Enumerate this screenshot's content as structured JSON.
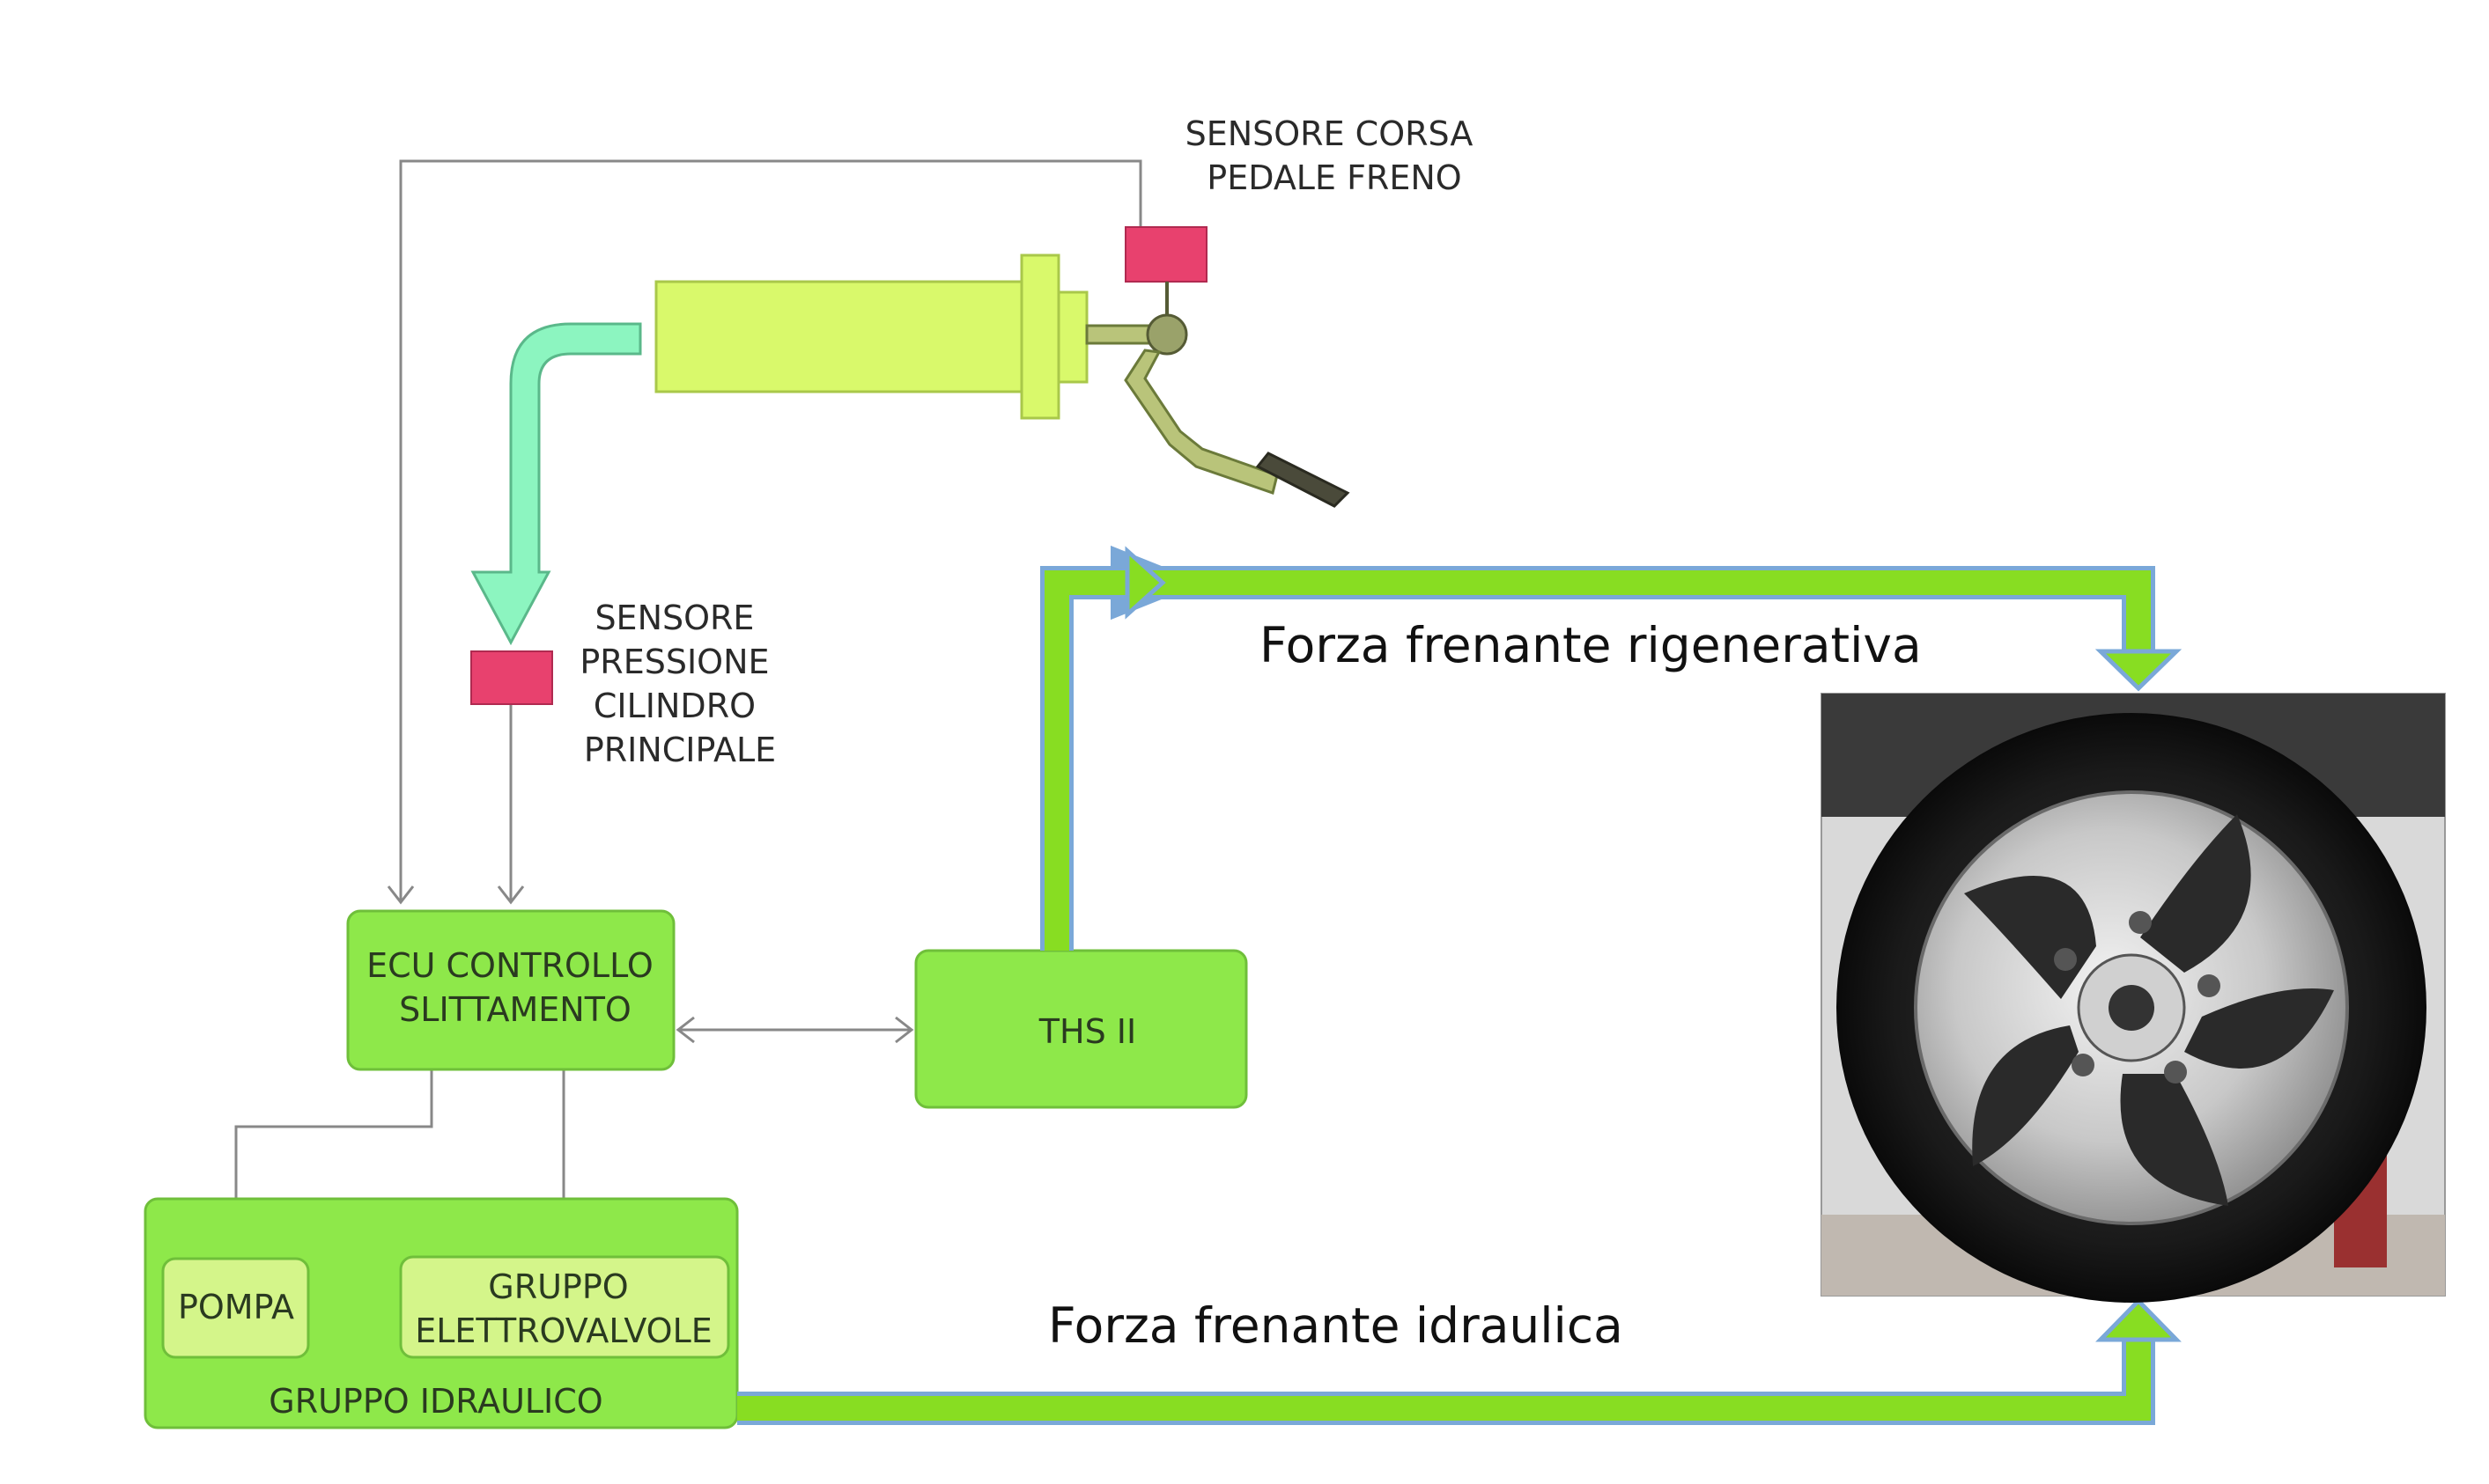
{
  "labels": {
    "sensor_pedal": [
      "SENSORE CORSA",
      "PEDALE FRENO"
    ],
    "sensor_pressure": [
      "SENSORE",
      "PRESSIONE",
      "CILINDRO",
      "PRINCIPALE"
    ],
    "ecu": [
      "ECU CONTROLLO",
      "SLITTAMENTO"
    ],
    "ths": "THS II",
    "pump": "POMPA",
    "valves": [
      "GRUPPO",
      "ELETTROVALVOLE"
    ],
    "hydraulic_group": "GRUPPO IDRAULICO",
    "regen_force": "Forza frenante rigenerativa",
    "hydraulic_force": "Forza frenante idraulica"
  },
  "colors": {
    "box_fill": "#8ee84a",
    "box_stroke": "#6fbf3a",
    "inner_box_fill": "#d4f58a",
    "cylinder_fill": "#d9f96b",
    "sensor_fill": "#e8416e",
    "hose_fill": "#8cf5c0",
    "force_line": "#88dd22",
    "force_outline": "#7aa8d8",
    "signal_line": "#888888"
  },
  "icons": {
    "wheel": "wheel-icon",
    "pedal": "brake-pedal-icon"
  }
}
